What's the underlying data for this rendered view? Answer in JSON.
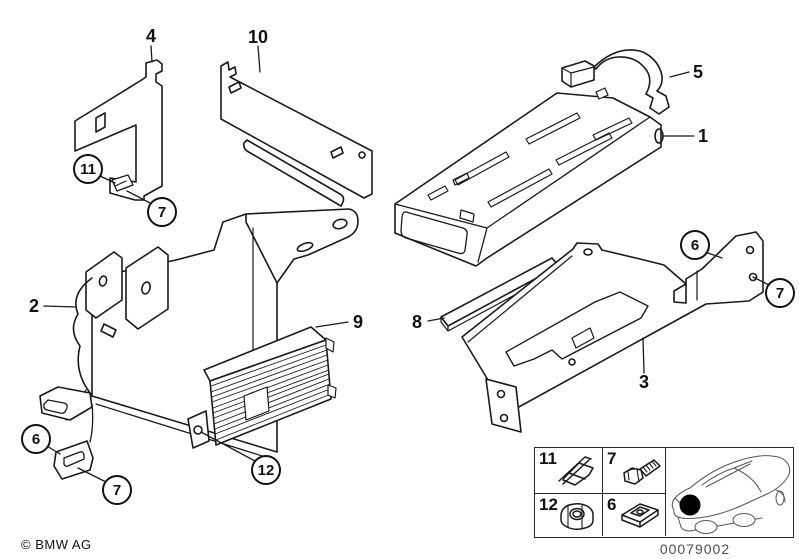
{
  "colors": {
    "line": "#1a1a1a",
    "footer_number_text": "#4d4d4d",
    "location_dot": "#000000"
  },
  "callouts": {
    "plain": [
      {
        "n": "4"
      },
      {
        "n": "10"
      },
      {
        "n": "5"
      },
      {
        "n": "1"
      },
      {
        "n": "2"
      },
      {
        "n": "9"
      },
      {
        "n": "8"
      },
      {
        "n": "3"
      }
    ],
    "circled": [
      {
        "n": "11"
      },
      {
        "n": "7"
      },
      {
        "n": "6"
      },
      {
        "n": "7"
      },
      {
        "n": "6"
      },
      {
        "n": "7"
      },
      {
        "n": "12"
      }
    ]
  },
  "legend": {
    "items": [
      {
        "number": "11",
        "icon": "spring-clip-icon"
      },
      {
        "number": "7",
        "icon": "hex-bolt-icon"
      },
      {
        "number": "12",
        "icon": "round-nut-icon"
      },
      {
        "number": "6",
        "icon": "speed-nut-icon"
      }
    ],
    "car_icon": "car-location-icon"
  },
  "footer": {
    "copyright": "© BMW AG",
    "diagram_number": "00079002"
  }
}
